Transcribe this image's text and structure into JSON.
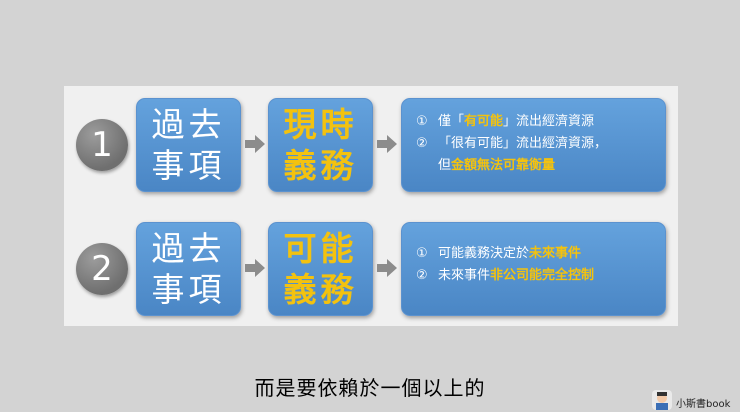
{
  "rows": [
    {
      "number": "1",
      "box1": "過去事項",
      "box2": "現時義務",
      "lines": [
        {
          "marker": "①",
          "parts": [
            "僅「",
            "有可能",
            "」流出經濟資源"
          ]
        },
        {
          "marker": "②",
          "parts": [
            "「很有可能」流出經濟資源，"
          ]
        },
        {
          "marker": "",
          "parts": [
            "但",
            "金額無法可靠衡量"
          ]
        }
      ]
    },
    {
      "number": "2",
      "box1": "過去事項",
      "box2": "可能義務",
      "lines": [
        {
          "marker": "①",
          "parts": [
            "可能義務決定於",
            "未來事件"
          ]
        },
        {
          "marker": "②",
          "parts": [
            "未來事件",
            "非公司能完全控制"
          ]
        }
      ]
    }
  ],
  "subtitle": "而是要依賴於一個以上的",
  "brand": "小斯書book",
  "colors": {
    "highlight": "#f3c20f",
    "box": "#4f8bc9",
    "circle": "#7f7f7f"
  }
}
